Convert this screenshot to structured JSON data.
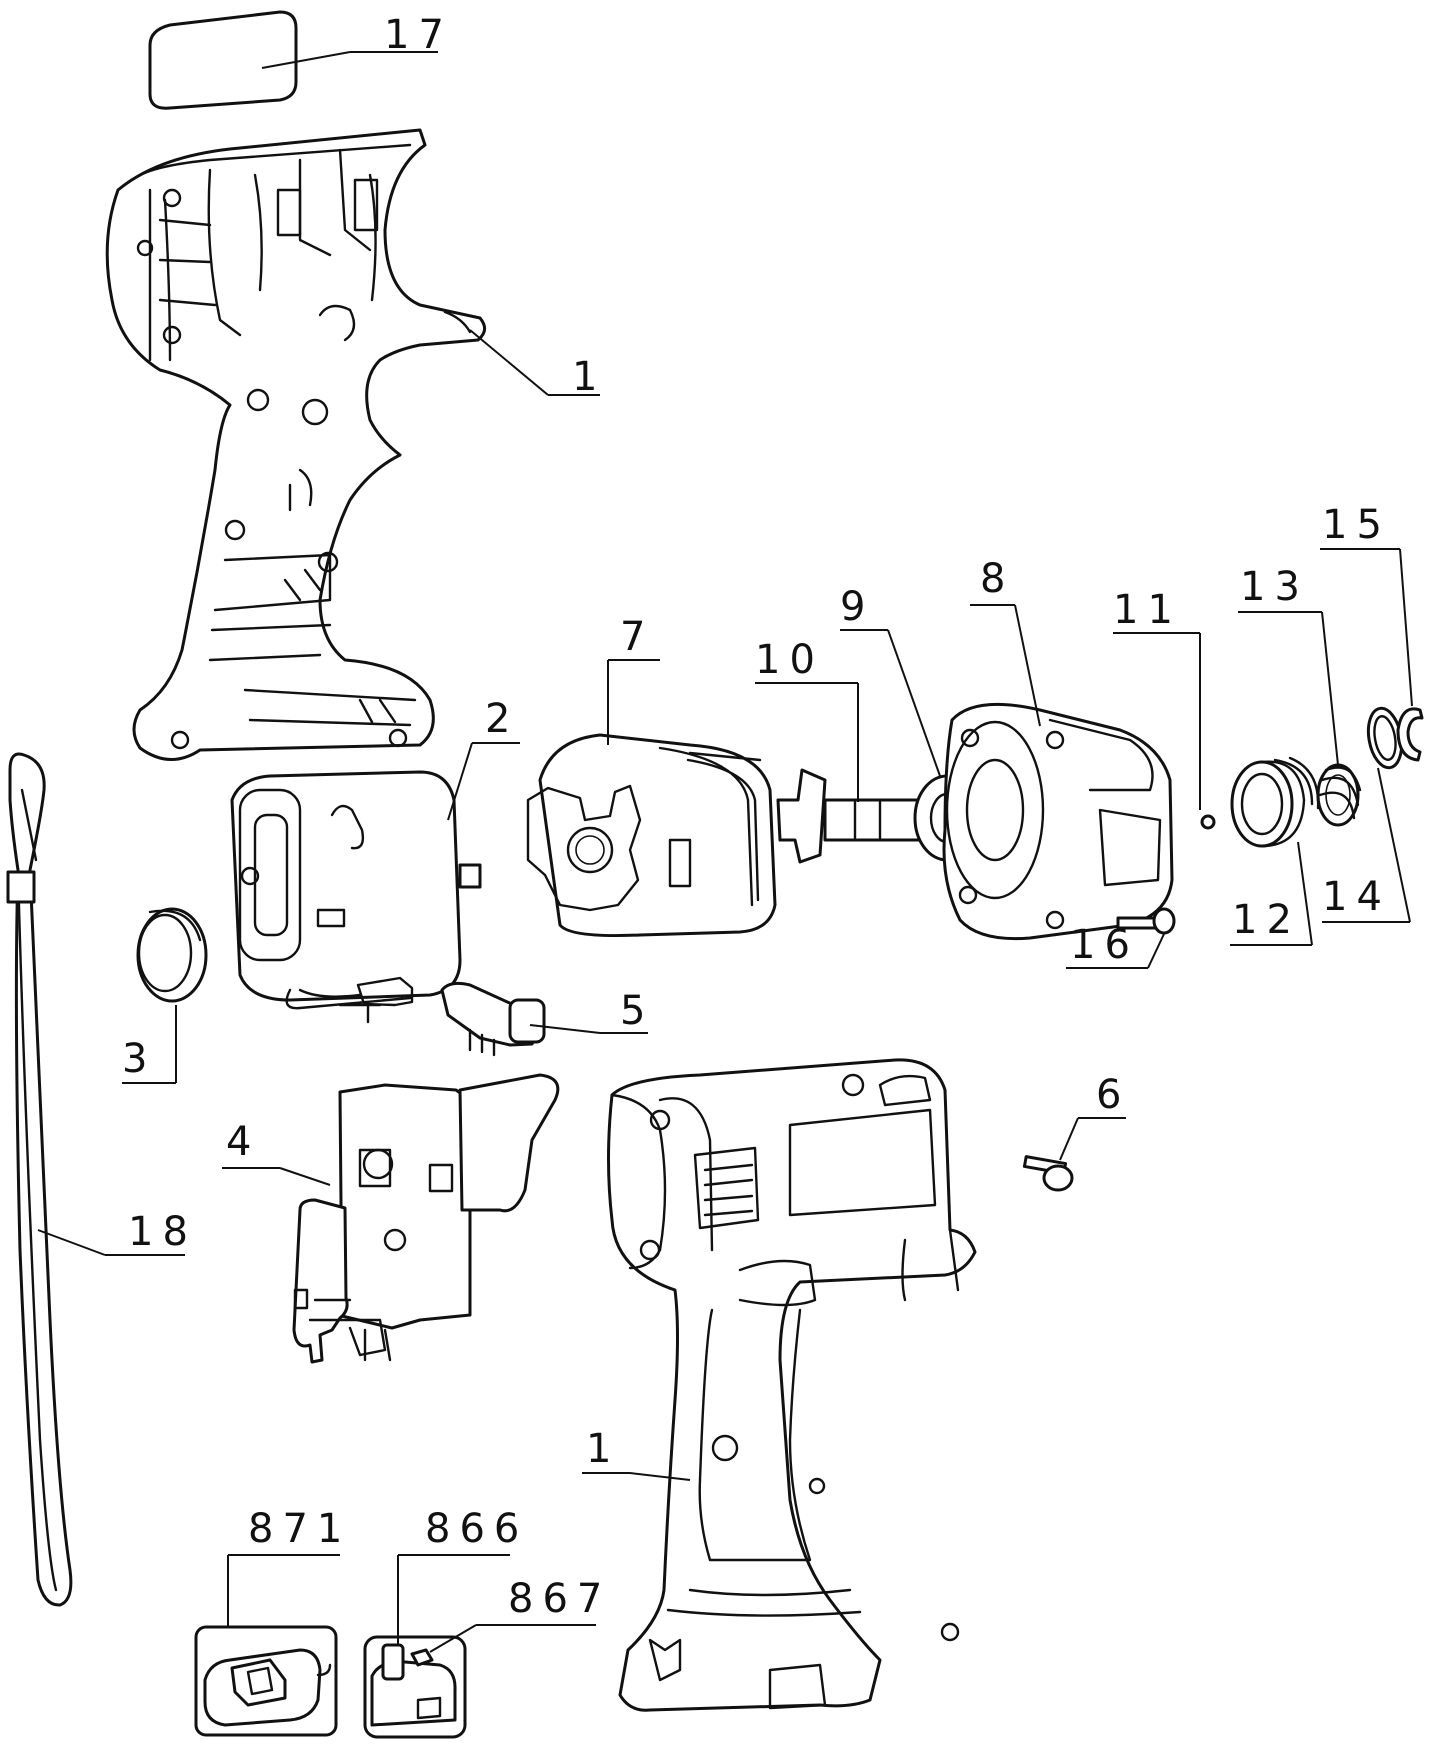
{
  "callouts": {
    "c17": "17",
    "c1_top": "1",
    "c2": "2",
    "c3": "3",
    "c4": "4",
    "c5": "5",
    "c6": "6",
    "c7": "7",
    "c8": "8",
    "c9": "9",
    "c10": "10",
    "c11": "11",
    "c12": "12",
    "c13": "13",
    "c14": "14",
    "c15": "15",
    "c16": "16",
    "c18": "18",
    "c1_bottom": "1",
    "c871": "871",
    "c866": "866",
    "c867": "867"
  }
}
